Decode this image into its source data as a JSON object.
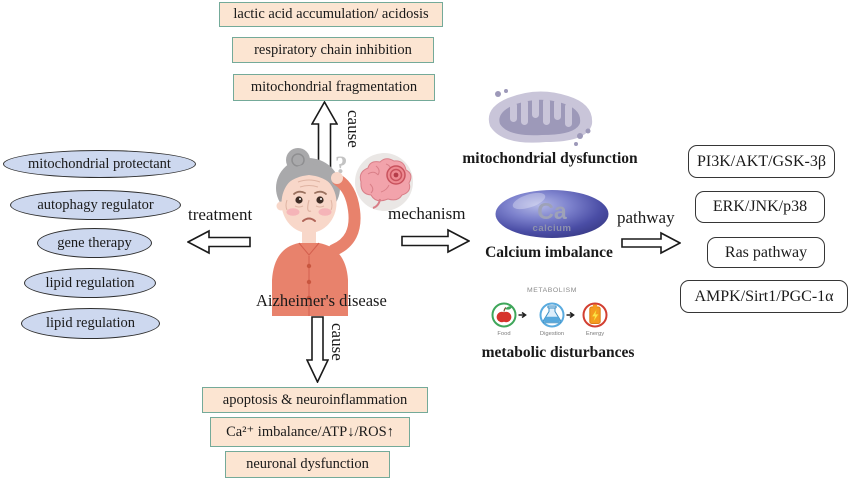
{
  "center": {
    "disease_label": "Aizheimer's disease",
    "question_mark": "?"
  },
  "arrows": {
    "up_label": "cause",
    "down_label": "cause",
    "left_label": "treatment",
    "right_label": "mechanism",
    "pathway_label": "pathway"
  },
  "top_boxes": [
    "lactic acid accumulation/ acidosis",
    "respiratory chain inhibition",
    "mitochondrial fragmentation"
  ],
  "treatment_items": [
    "mitochondrial protectant",
    "autophagy regulator",
    "gene therapy",
    "lipid regulation",
    "lipid regulation"
  ],
  "mechanism_items": {
    "mitochondrial_label": "mitochondrial dysfunction",
    "calcium_label": "Calcium imbalance",
    "calcium_pill": {
      "symbol": "Ca",
      "name": "calcium"
    },
    "metabolic_label": "metabolic disturbances",
    "metabolism": {
      "title": "METABOLISM",
      "steps": [
        "Food",
        "Digestion",
        "Energy"
      ]
    }
  },
  "pathway_boxes": [
    "PI3K/AKT/GSK-3β",
    "ERK/JNK/p38",
    "Ras pathway",
    "AMPK/Sirt1/PGC-1α"
  ],
  "bottom_boxes": [
    "apoptosis & neuroinflammation",
    "Ca²⁺ imbalance/ATP↓/ROS↑",
    "neuronal dysfunction"
  ],
  "colors": {
    "cause_box_bg": "#fce5d2",
    "cause_box_border": "#74aa99",
    "treatment_oval_bg": "#cdd8ef",
    "pathway_box_border": "#363636",
    "text": "#1a1a1a"
  }
}
